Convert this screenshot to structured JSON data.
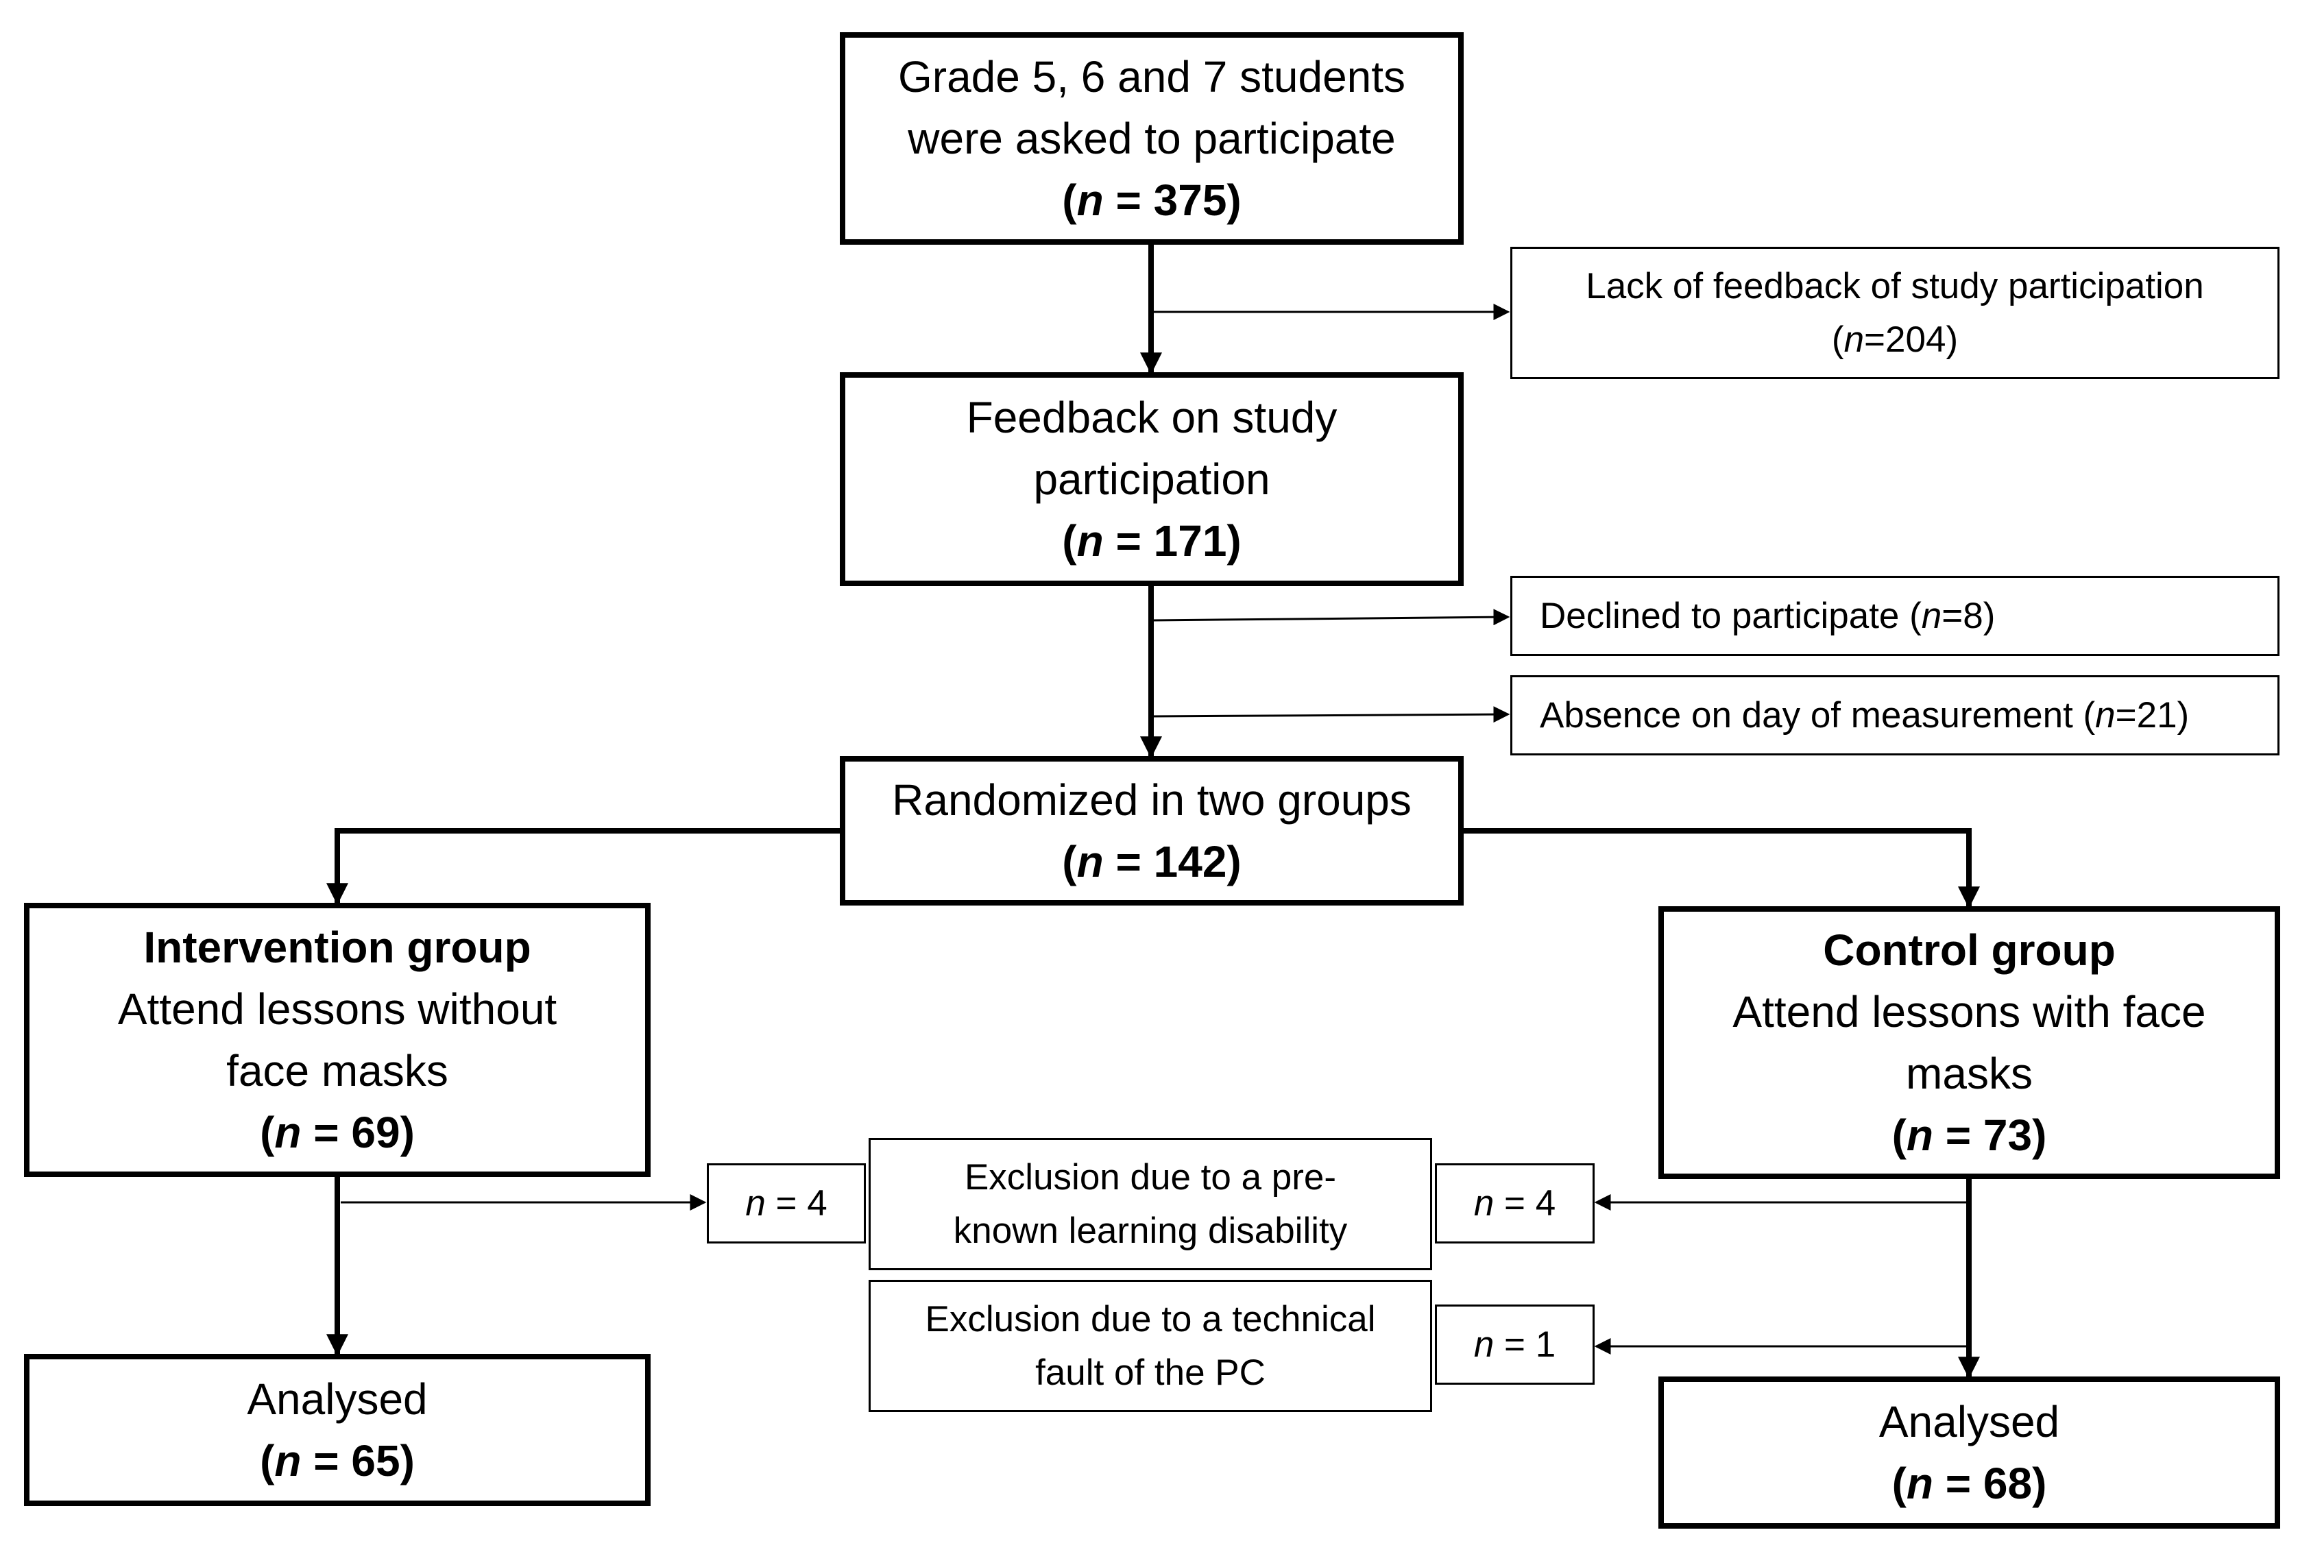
{
  "nodes": {
    "asked": {
      "lines": [
        "Grade 5, 6 and 7 students",
        "were asked to participate"
      ],
      "n_label": "n",
      "n_value": " = 375"
    },
    "lack_feedback": {
      "line1": "Lack of feedback of study participation",
      "n_label": "n",
      "n_value": "=204"
    },
    "feedback": {
      "lines": [
        "Feedback on study",
        "participation"
      ],
      "n_label": "n",
      "n_value": " = 171"
    },
    "declined": {
      "text": "Declined to participate (",
      "n_label": "n",
      "n_value": "=8)"
    },
    "absence": {
      "text": "Absence on day of measurement (",
      "n_label": "n",
      "n_value": "=21)"
    },
    "randomized": {
      "lines": [
        "Randomized in two groups"
      ],
      "n_label": "n",
      "n_value": " = 142"
    },
    "intervention": {
      "title": "Intervention group",
      "lines": [
        "Attend lessons without",
        "face masks"
      ],
      "n_label": "n",
      "n_value": " = 69"
    },
    "control": {
      "title": "Control group",
      "lines": [
        "Attend lessons with face",
        "masks"
      ],
      "n_label": "n",
      "n_value": " = 73"
    },
    "exclusion_ld": {
      "lines": [
        "Exclusion due to a pre-",
        "known learning disability"
      ]
    },
    "exclusion_pc": {
      "lines": [
        "Exclusion due to a technical",
        "fault of the PC"
      ]
    },
    "n_left_ld": {
      "n_label": "n",
      "n_value": " = 4"
    },
    "n_right_ld": {
      "n_label": "n",
      "n_value": " = 4"
    },
    "n_right_pc": {
      "n_label": "n",
      "n_value": " = 1"
    },
    "analysed_left": {
      "lines": [
        "Analysed"
      ],
      "n_label": "n",
      "n_value": " = 65"
    },
    "analysed_right": {
      "lines": [
        "Analysed"
      ],
      "n_label": "n",
      "n_value": " = 68"
    }
  }
}
